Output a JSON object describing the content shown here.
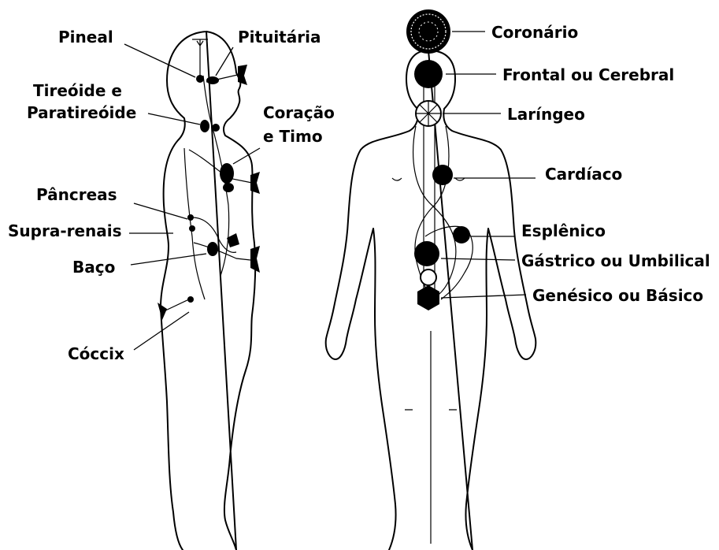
{
  "colors": {
    "ink": "#000000",
    "background": "#ffffff"
  },
  "side_figure": {
    "labels": {
      "pineal": "Pineal",
      "pituitaria": "Pituitária",
      "tireoide_1": "Tireóide e",
      "tireoide_2": "Paratireóide",
      "coracao_1": "Coração",
      "coracao_2": "e Timo",
      "pancreas": "Pâncreas",
      "supra_renais": "Supra-renais",
      "baco": "Baço",
      "coccix": "Cóccix"
    }
  },
  "front_figure": {
    "labels": {
      "coronario": "Coronário",
      "frontal": "Frontal ou Cerebral",
      "laringeo": "Laríngeo",
      "cardiaco": "Cardíaco",
      "esplenico": "Esplênico",
      "gastrico": "Gástrico ou Umbilical",
      "genesico": "Genésico ou Básico"
    }
  }
}
